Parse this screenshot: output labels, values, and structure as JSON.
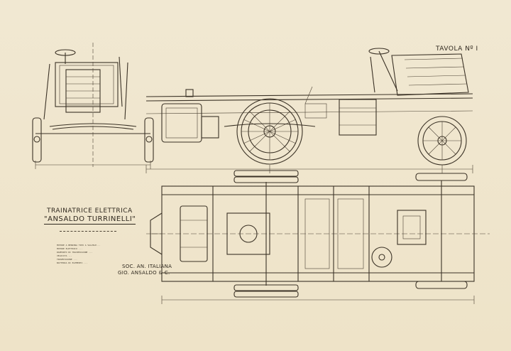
{
  "drawing": {
    "sheet_number": "TAVOLA Nº I",
    "title_line1": "TRAINATRICE ELETTRICA",
    "title_line2": "\"ANSALDO TURRINELLI\"",
    "company_line1": "SOC. AN. ITALIANA",
    "company_line2": "GIO. ANSALDO & C.",
    "notes": [
      "MOTORE A BENZINA TIPO A VALVOLE...",
      "MOTORE ELETTRICO ...",
      "RAPPORTO DI TRASMISSIONE ...",
      "VELOCITA ...",
      "",
      "TRASMISSIONE ...",
      "BATTERIA DI ELEMENTI ..."
    ]
  },
  "colors": {
    "paper": "#efe6cf",
    "ink": "#3b3226"
  },
  "views": [
    "front-elevation",
    "side-elevation",
    "plan-view"
  ]
}
